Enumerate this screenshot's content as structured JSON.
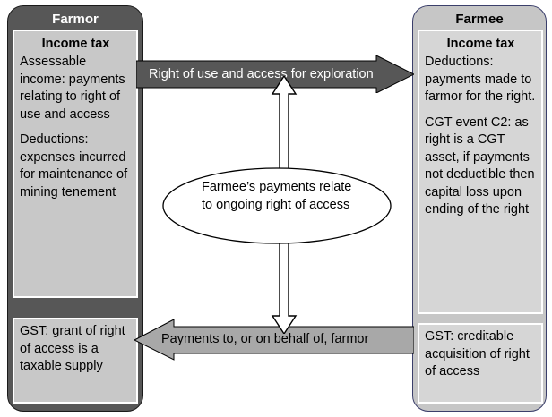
{
  "diagram": {
    "background": "#ffffff",
    "left_panel": {
      "title": "Farmor",
      "fill": "#575757",
      "title_color": "#ffffff",
      "income_box": {
        "heading": "Income tax",
        "paragraphs": [
          "Assessable income: payments relating to right of use and access",
          "Deductions: expenses incurred for maintenance of mining tenement"
        ]
      },
      "gst_box": {
        "text": "GST: grant of right of access is a taxable supply"
      }
    },
    "right_panel": {
      "title": "Farmee",
      "fill": "#c6c6c6",
      "border": "#3b3f6b",
      "title_color": "#000000",
      "income_box": {
        "heading": "Income tax",
        "paragraphs": [
          "Deductions: payments made to farmor for the right.",
          "CGT event C2: as right is a CGT asset, if payments not deductible then capital loss upon ending of the right"
        ]
      },
      "gst_box": {
        "text": "GST: creditable acquisition of right of access"
      }
    },
    "arrow_right": {
      "label": "Right of use and access for exploration",
      "fill": "#575757",
      "text_color": "#ffffff",
      "direction": "right"
    },
    "arrow_left": {
      "label": "Payments to, or on behalf of, farmor",
      "fill": "#a8a8a8",
      "text_color": "#000000",
      "direction": "left"
    },
    "arrow_vertical": {
      "direction": "double",
      "fill": "#ffffff",
      "stroke": "#000000"
    },
    "ellipse": {
      "text": "Farmee’s payments relate to ongoing right of access",
      "fill": "#ffffff",
      "stroke": "#000000"
    }
  }
}
